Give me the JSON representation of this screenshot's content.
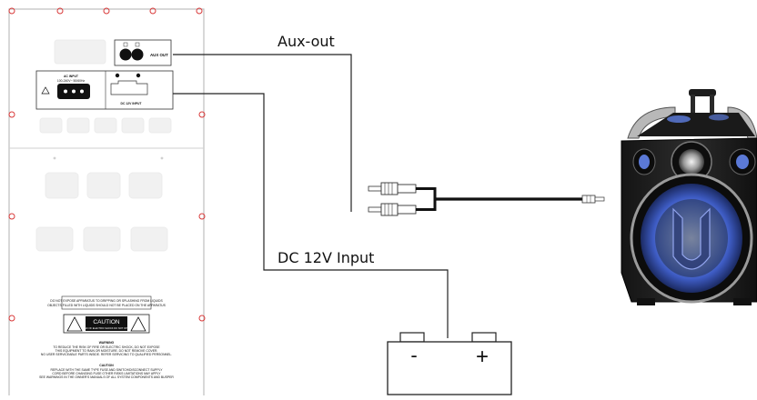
{
  "labels": {
    "aux_out": "Aux-out",
    "dc_input": "DC 12V Input"
  },
  "panel": {
    "aux_out_text": "AUX OUT",
    "ac_input_title": "AC INPUT",
    "ac_input_range": "100-240V~ 50/60Hz",
    "dc_input_text": "DC 12V INPUT",
    "caution_title": "CAUTION",
    "caution_sub": "RISK OF ELECTRIC SHOCK DO NOT OPEN",
    "notice_line1": "DO NOT EXPOSE APPARATUS TO DRIPPING OR SPLASHING FROM LIQUIDS",
    "notice_line2": "OBJECTS FILLED WITH LIQUIDS SHOULD NOT BE PLACED ON THE APPARATUS",
    "warning_title": "WARNING",
    "warning_l1": "TO REDUCE THE RISK OF FIRE OR ELECTRIC SHOCK, DO NOT EXPOSE",
    "warning_l2": "THIS EQUIPMENT TO RAIN OR MOISTURE. DO NOT REMOVE COVER.",
    "warning_l3": "NO USER SERVICEABLE PARTS INSIDE. REFER SERVICING TO QUALIFIED PERSONNEL.",
    "caution2_title": "CAUTION",
    "caution2_l1": "REPLACE WITH THE SAME TYPE FUSE AND SWITCH/DISCONNECT SUPPLY",
    "caution2_l2": "CORD BEFORE CHANGING FUSE OTHER RISKS LIMITATIONS MAY APPLY",
    "caution2_l3": "SEE WARNINGS IN THE OWNER'S MANUALS OF ALL SYSTEM COMPONENTS AND BUSPER"
  },
  "battery": {
    "minus": "-",
    "plus": "+"
  },
  "colors": {
    "line": "#222222",
    "panel_border": "#bfbfbf",
    "screw": "#d93a3a",
    "speaker_blue": "#5b79d6"
  }
}
